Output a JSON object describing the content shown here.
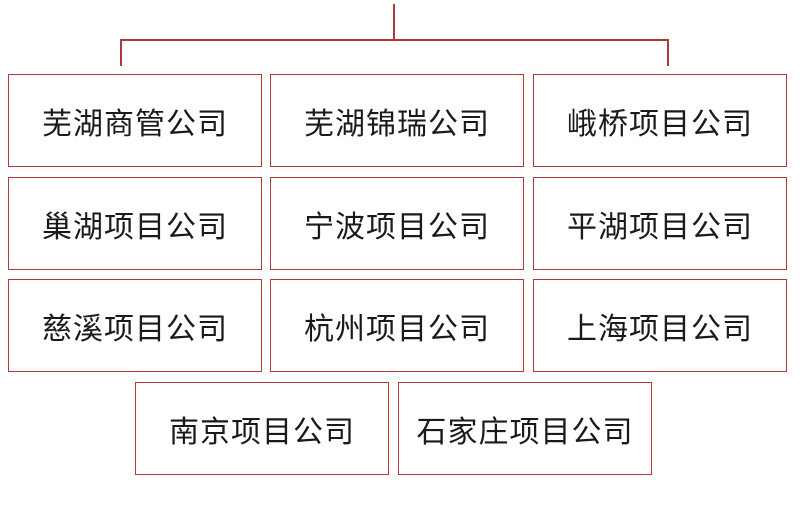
{
  "line_color": "#b03a3a",
  "companies": [
    "芜湖商管公司",
    "芜湖锦瑞公司",
    "峨桥项目公司",
    "巢湖项目公司",
    "宁波项目公司",
    "平湖项目公司",
    "慈溪项目公司",
    "杭州项目公司",
    "上海项目公司",
    "南京项目公司",
    "石家庄项目公司"
  ]
}
